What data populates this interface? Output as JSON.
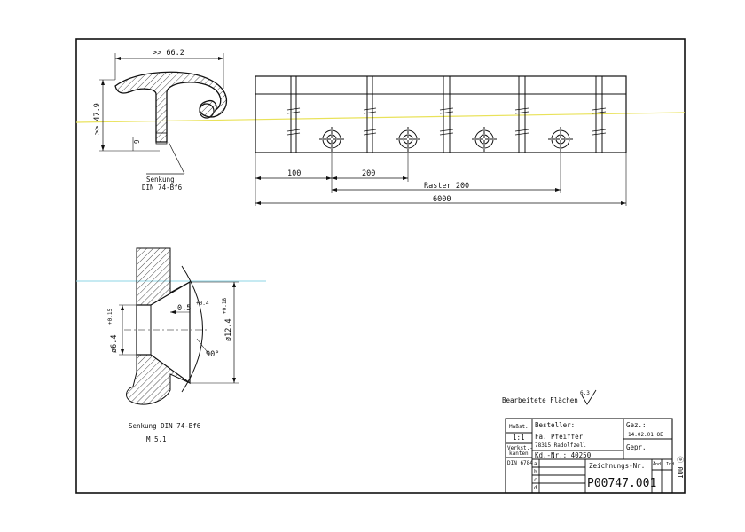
{
  "profile": {
    "width_label": ">> 66.2",
    "height_label": ">> 47.9",
    "offset_label": "9",
    "countersink_label_1": "Senkung",
    "countersink_label_2": "DIN 74-Bf6"
  },
  "strip": {
    "dim_100": "100",
    "dim_200": "200",
    "raster": "Raster 200",
    "total": "6000"
  },
  "detail": {
    "depth_label": "0.5",
    "depth_tol": "+0.4",
    "small_dia": "ø6.4",
    "small_tol": "+0.15",
    "large_dia": "ø12.4",
    "large_tol": "+0.18",
    "angle": "90°",
    "caption_1": "Senkung DIN 74-Bf6",
    "caption_2": "M 5.1"
  },
  "surface": {
    "label": "Bearbeitete Flächen",
    "roughness": "6.3"
  },
  "title_block": {
    "scale_header": "Maßst.",
    "scale_value": "1:1",
    "pack_1": "Verkst.-",
    "pack_2": "kanten",
    "pack_3": "DIN 6784",
    "customer_header": "Besteller:",
    "customer_name": "Fa. Pfeiffer",
    "customer_city": "78315 Radolfzell",
    "customer_no": "Kd.-Nr.: 40250",
    "drawn_label": "Gez.:",
    "drawn_value": "14.02.01 OE",
    "checked_label": "Gepr.",
    "drawing_no_label": "Zeichnungs-Nr.",
    "drawing_no": "P00747.001",
    "rows": [
      "a",
      "b",
      "c",
      "d"
    ],
    "revision_header": "Änd. Ind.",
    "side_code": "100 ⓔ"
  }
}
